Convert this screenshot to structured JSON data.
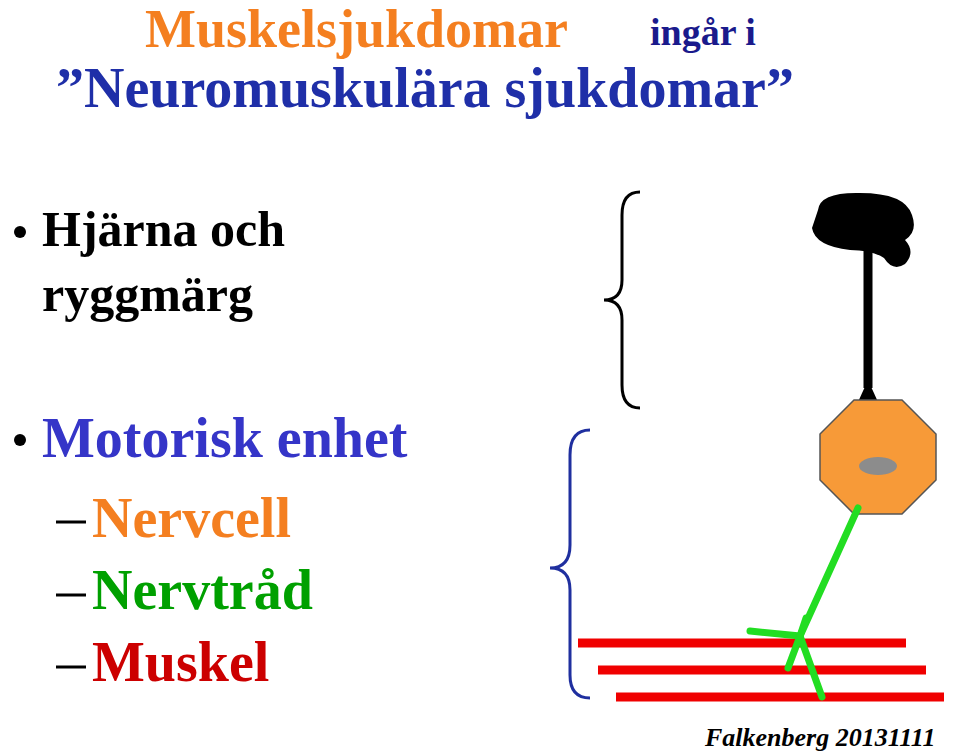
{
  "diagram": {
    "title": "Muskelsjukdomar",
    "labels": [
      "ingår i",
      "”Neuromuskulära sjukdomar”",
      "Hjärna och ryggmärg",
      "Motorisk enhet",
      "Nervcell",
      "Nervtråd",
      "Muskel",
      "Falkenberg 20131111"
    ]
  }
}
